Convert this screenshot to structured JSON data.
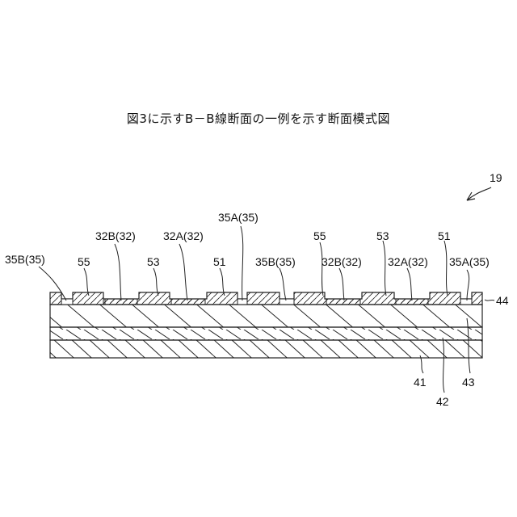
{
  "title": "図3に示すB－B線断面の一例を示す断面模式図",
  "labels": {
    "fig_ref": "19",
    "l_35b_left": "35B(35)",
    "l_55_left": "55",
    "l_32b_left": "32B(32)",
    "l_53_left": "53",
    "l_32a_left": "32A(32)",
    "l_51_left": "51",
    "l_35a_top": "35A(35)",
    "l_35b_mid": "35B(35)",
    "l_55_right": "55",
    "l_32b_right": "32B(32)",
    "l_53_right": "53",
    "l_32a_right": "32A(32)",
    "l_51_right": "51",
    "l_35a_right": "35A(35)",
    "l_44": "44",
    "l_41": "41",
    "l_42": "42",
    "l_43": "43"
  }
}
